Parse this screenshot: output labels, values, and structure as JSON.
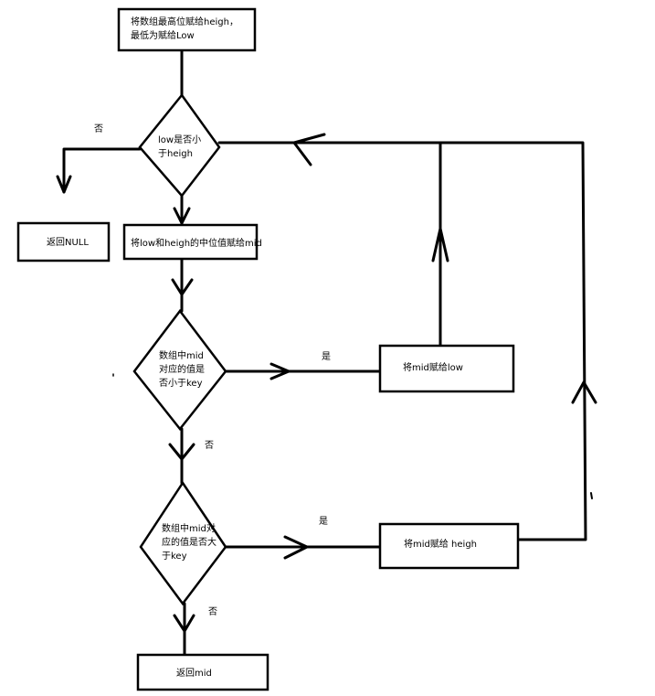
{
  "nodes": {
    "init": "将数组最高位赋给heigh，最低为赋给Low",
    "cond_loop": "low是否小于heigh",
    "return_null": "返回NULL",
    "assign_mid": "将low和heigh的中位值赋给mid",
    "cond_less": "数组中mid对应的值是否小于key",
    "assign_low": "将mid赋给low",
    "cond_greater": "数组中mid对应的值是否大于key",
    "assign_heigh": "将mid赋给 heigh",
    "return_mid": "返回mid"
  },
  "edges": {
    "loop_no": "否",
    "less_yes": "是",
    "less_no": "否",
    "greater_yes": "是",
    "greater_no": "否"
  }
}
